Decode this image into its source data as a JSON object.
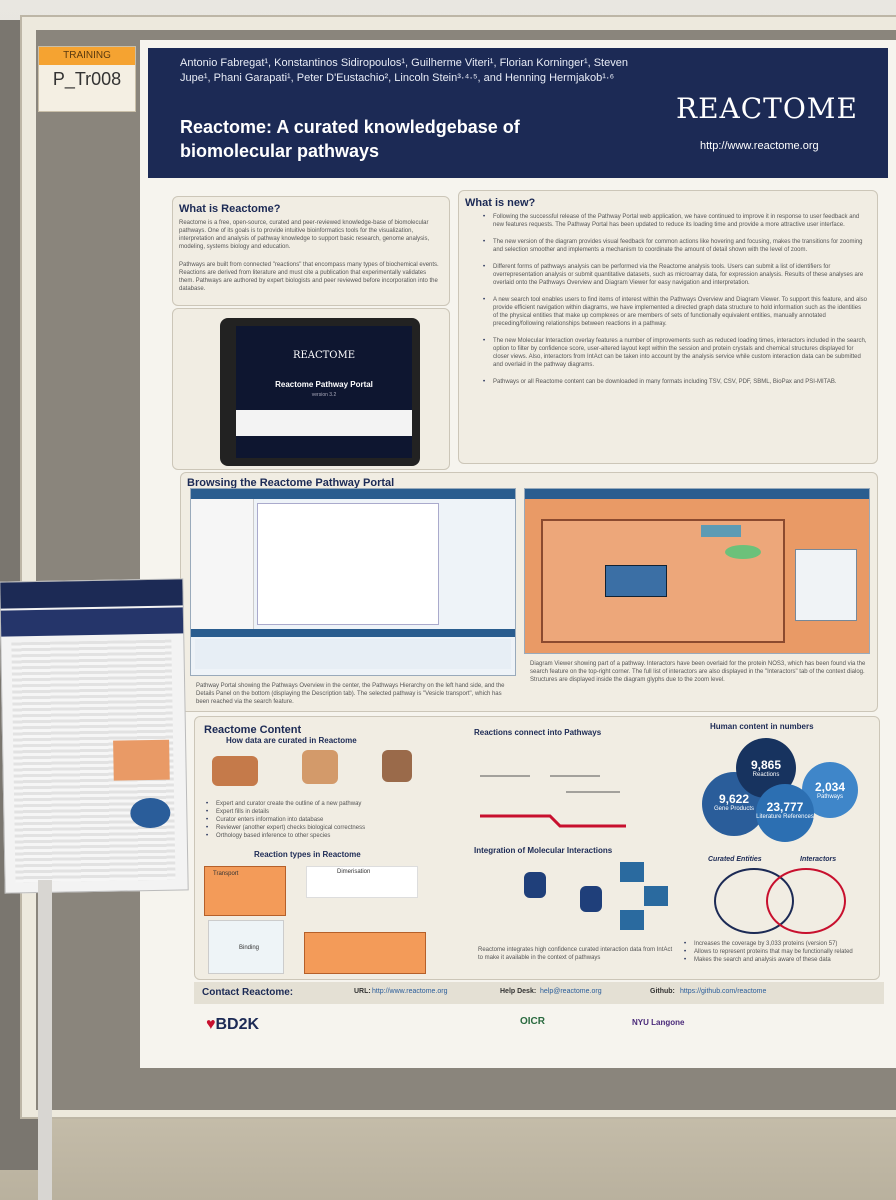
{
  "tag": {
    "head": "TRAINING",
    "id": "P_Tr008"
  },
  "header": {
    "authors": "Antonio Fabregat¹, Konstantinos Sidiropoulos¹, Guilherme Viteri¹, Florian Korninger¹, Steven Jupe¹, Phani Garapati¹, Peter D'Eustachio², Lincoln Stein³·⁴·⁵, and Henning Hermjakob¹·⁶",
    "title": "Reactome: A curated knowledgebase of biomolecular pathways",
    "logo": "REACTOME",
    "url": "http://www.reactome.org"
  },
  "what_is": {
    "title": "What is Reactome?",
    "p1": "Reactome is a free, open-source, curated and peer-reviewed knowledge-base of biomolecular pathways. One of its goals is to provide intuitive bioinformatics tools for the visualization, interpretation and analysis of pathway knowledge to support basic research, genome analysis, modeling, systems biology and education.",
    "p2": "Pathways are built from connected \"reactions\" that encompass many types of biochemical events. Reactions are derived from literature and must cite a publication that experimentally validates them. Pathways are authored by expert biologists and peer reviewed before incorporation into the database."
  },
  "tablet": {
    "logo": "REACTOME",
    "title": "Reactome Pathway Portal",
    "sub": "version 3.2"
  },
  "whats_new": {
    "title": "What is new?",
    "bullets": [
      "Following the successful release of the Pathway Portal web application, we have continued to improve it in response to user feedback and new features requests. The Pathway Portal has been updated to reduce its loading time and provide a more attractive user interface.",
      "The new version of the diagram provides visual feedback for common actions like hovering and focusing, makes the transitions for zooming and selection smoother and implements a mechanism to coordinate the amount of detail shown with the level of zoom.",
      "Different forms of pathways analysis can be performed via the Reactome analysis tools. Users can submit a list of identifiers for overrepresentation analysis or submit quantitative datasets, such as microarray data, for expression analysis. Results of these analyses are overlaid onto the Pathways Overview and Diagram Viewer for easy navigation and interpretation.",
      "A new search tool enables users to find items of interest within the Pathways Overview and Diagram Viewer. To support this feature, and also provide efficient navigation within diagrams, we have implemented a directed graph data structure to hold information such as the identities of the physical entities that make up complexes or are members of sets of functionally equivalent entities, manually annotated preceding/following relationships between reactions in a pathway.",
      "The new Molecular Interaction overlay features a number of improvements such as reduced loading times, interactors included in the search, option to filter by confidence score, user-altered layout kept within the session and protein crystals and chemical structures displayed for closer views. Also, interactors from IntAct can be taken into account by the analysis service while custom interaction data can be submitted and overlaid in the pathway diagrams.",
      "Pathways or all Reactome content can be downloaded in many formats including TSV, CSV, PDF, SBML, BioPax and PSI-MITAB."
    ]
  },
  "browsing": {
    "title": "Browsing the Reactome Pathway Portal",
    "caption_left": "Pathway Portal showing the Pathways Overview in the center, the Pathways Hierarchy on the left hand side, and the Details Panel on the bottom (displaying the Description tab). The selected pathway is \"Vesicle transport\", which has been reached via the search feature.",
    "caption_right": "Diagram Viewer showing part of a pathway. Interactors have been overlaid for the protein NOS3, which has been found via the search feature on the top-right corner. The full list of interactors are also displayed in the \"Interactors\" tab of the context dialog. Structures are displayed inside the diagram glyphs due to the zoom level."
  },
  "content": {
    "title": "Reactome Content",
    "how_title": "How data are curated in Reactome",
    "how_bullets": [
      "Expert and curator create the outline of a new pathway",
      "Expert fills in details",
      "Curator enters information into database",
      "Reviewer (another expert) checks biological correctness",
      "Orthology based inference to other species"
    ],
    "types_title": "Reaction types in Reactome",
    "types": [
      "Transport",
      "Dimerisation",
      "Binding"
    ],
    "reactions_title": "Reactions connect into Pathways",
    "integration_title": "Integration of Molecular Interactions",
    "integration_caption": "Reactome integrates high confidence curated interaction data from IntAct to make it available in the context of pathways",
    "human_title": "Human content in numbers",
    "stats": [
      {
        "num": "9,865",
        "label": "Reactions"
      },
      {
        "num": "2,034",
        "label": "Pathways"
      },
      {
        "num": "9,622",
        "label": "Gene Products"
      },
      {
        "num": "23,777",
        "label": "Literature References"
      }
    ],
    "venn_left": "Curated Entities",
    "venn_right": "Interactors",
    "venn_bullets": [
      "Increases the coverage by 3,033 proteins (version 57)",
      "Allows to represent proteins that may be functionally related",
      "Makes the search and analysis aware of these data"
    ]
  },
  "contact": {
    "label": "Contact Reactome:",
    "url_label": "URL:",
    "url": "http://www.reactome.org",
    "help_label": "Help Desk:",
    "help": "help@reactome.org",
    "github_label": "Github:",
    "github": "https://github.com/reactome"
  },
  "footer": {
    "bd2k": "BD2K",
    "oicr": "OICR",
    "nyu": "NYU Langone"
  }
}
